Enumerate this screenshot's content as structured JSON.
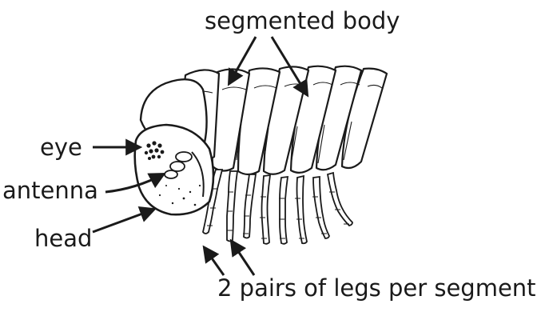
{
  "diagram": {
    "labels": {
      "segmented_body": "segmented body",
      "eye": "eye",
      "antenna": "antenna",
      "head": "head",
      "legs": "2 pairs of legs per segment"
    },
    "colors": {
      "ink": "#1a1a1a",
      "background": "#ffffff"
    }
  }
}
